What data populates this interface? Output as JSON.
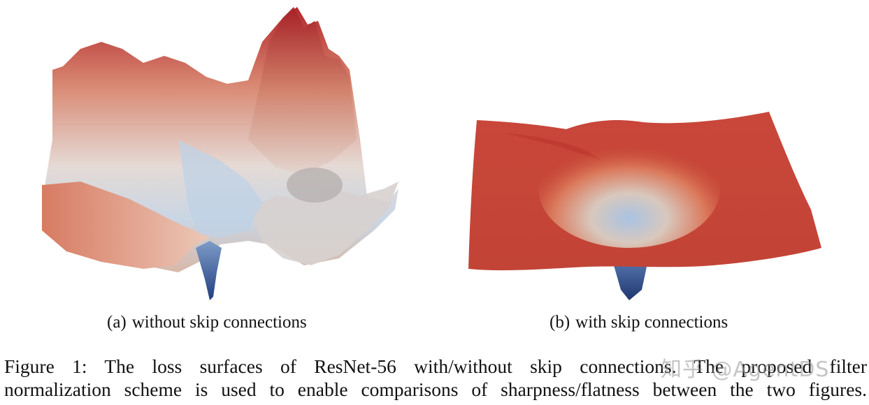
{
  "figure": {
    "panels": [
      {
        "id": "a",
        "label": "(a)",
        "title": "without skip connections",
        "description": "Chaotic, highly non-convex 3D loss surface with many sharp peaks; colormap red (high loss) to white to blue (low loss); a narrow blue minimum spike at the bottom."
      },
      {
        "id": "b",
        "label": "(b)",
        "title": "with skip connections",
        "description": "Smooth, nearly flat red sheet with a single wide bowl-shaped basin fading to light blue and a small dark-blue minimum beneath."
      }
    ],
    "caption": {
      "line1": "Figure 1: The loss surfaces of ResNet-56 with/without skip connections. The proposed filter",
      "line2": "normalization scheme is used to enable comparisons of sharpness/flatness between the two figures."
    },
    "watermark": "知乎 @AgentDS",
    "colors": {
      "high_loss": "#b2282b",
      "mid_loss": "#d96a52",
      "neutral": "#e8e4e2",
      "low_loss": "#8fb3d9",
      "min_loss": "#2b4a8a"
    }
  }
}
